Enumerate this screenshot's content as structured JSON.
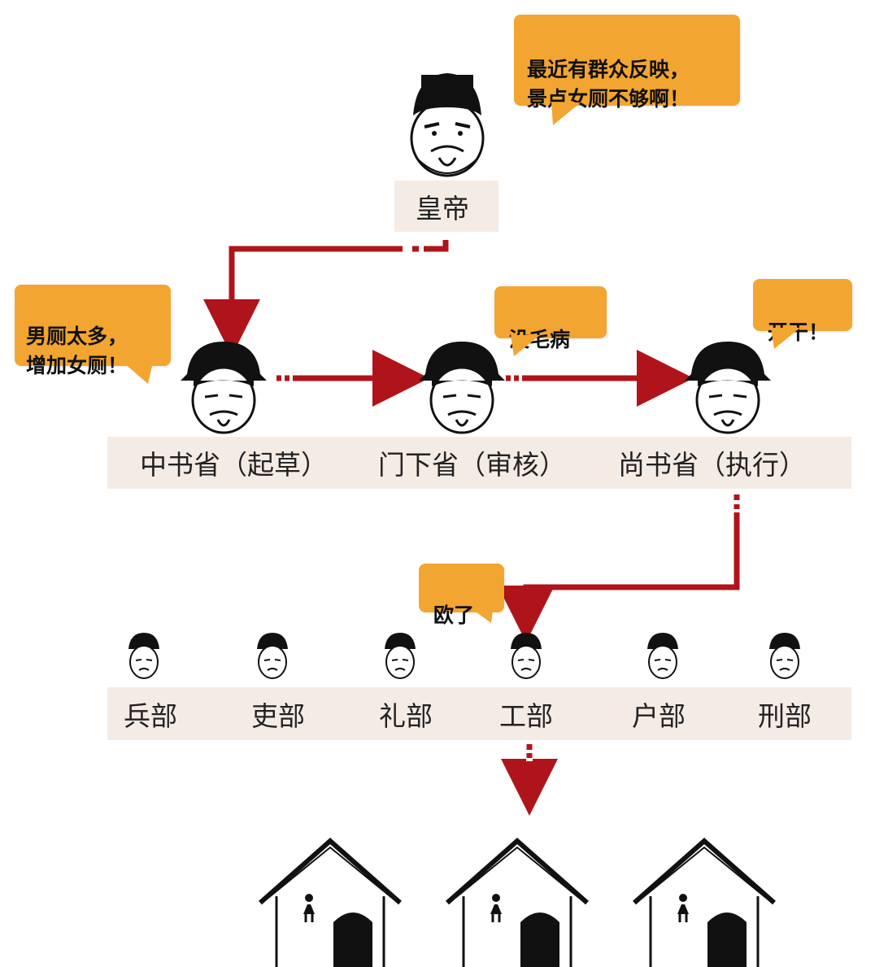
{
  "emperor": {
    "label": "皇帝",
    "speech": "最近有群众反映，\n景点女厕不够啊！"
  },
  "provinces": [
    {
      "label": "中书省（起草）",
      "speech": "男厕太多，\n增加女厕！"
    },
    {
      "label": "门下省（审核）",
      "speech": "没毛病"
    },
    {
      "label": "尚书省（执行）",
      "speech": "开干！"
    }
  ],
  "ministries": {
    "items": [
      "兵部",
      "吏部",
      "礼部",
      "工部",
      "户部",
      "刑部"
    ],
    "speech": "欧了"
  },
  "toilets": {
    "count": 3,
    "sign_icon": "female-toilet-icon"
  },
  "colors": {
    "bubble": "#f3a531",
    "label_bg": "#f5ebe5",
    "arrow": "#b0141b"
  }
}
